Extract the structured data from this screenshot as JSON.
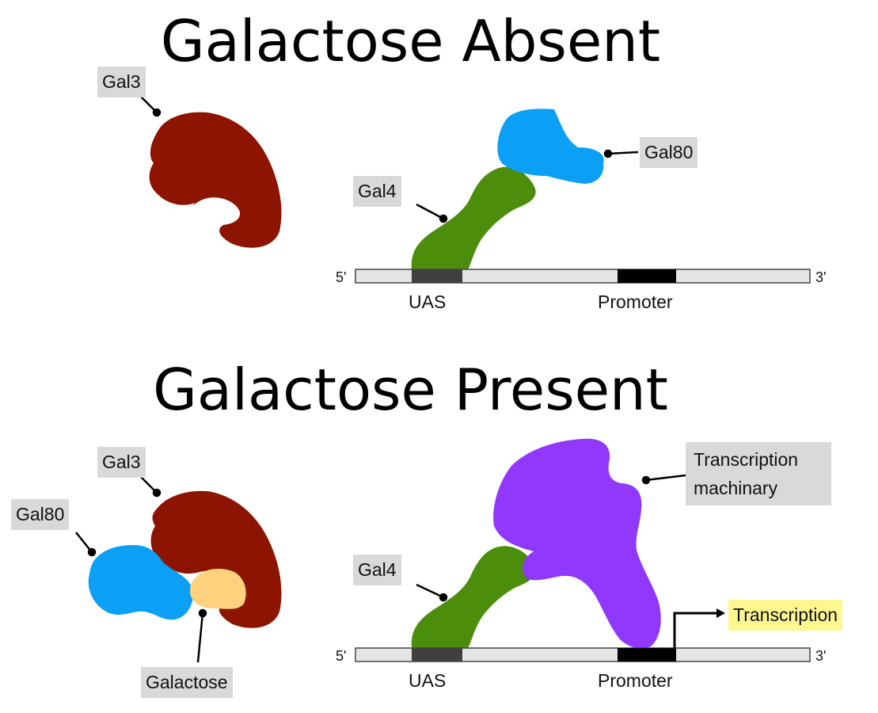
{
  "top": {
    "title": "Galactose Absent",
    "labels": {
      "gal3": "Gal3",
      "gal4": "Gal4",
      "gal80": "Gal80"
    },
    "dna": {
      "five_prime": "5'",
      "three_prime": "3'",
      "uas": "UAS",
      "promoter": "Promoter"
    }
  },
  "bottom": {
    "title": "Galactose Present",
    "labels": {
      "gal3": "Gal3",
      "gal80": "Gal80",
      "galactose": "Galactose",
      "gal4": "Gal4",
      "machinery": "Transcription machinary",
      "transcription": "Transcription"
    },
    "dna": {
      "five_prime": "5'",
      "three_prime": "3'",
      "uas": "UAS",
      "promoter": "Promoter"
    }
  },
  "colors": {
    "gal3": "#8c1400",
    "gal80": "#0b9ff5",
    "gal4": "#4c8d0c",
    "galactose": "#fdd27e",
    "machinery": "#9038fc",
    "dna_strand": "#e5e5e5",
    "uas": "#404040",
    "promoter": "#000000",
    "label_bg": "#d9d9d9",
    "highlight": "#fdf791"
  }
}
